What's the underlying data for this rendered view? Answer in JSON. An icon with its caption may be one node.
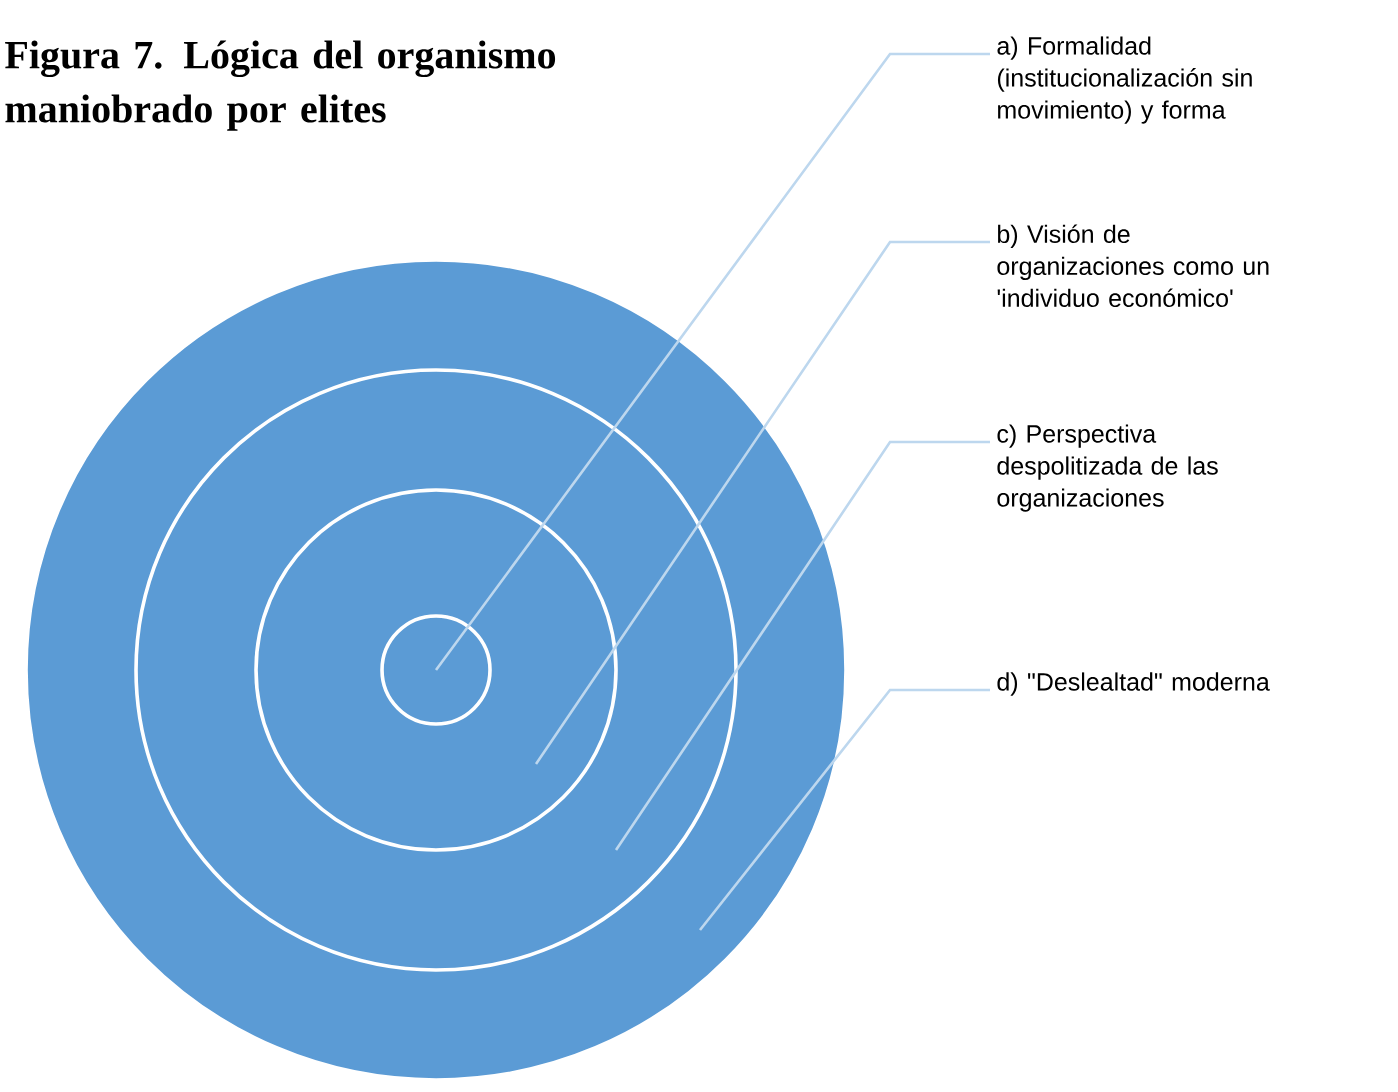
{
  "diagram": {
    "title": "Figura 7. Lógica del organismo maniobrado por elites",
    "nodes": [
      {
        "text": [],
        "shape": "circle"
      },
      {
        "text": [],
        "shape": "circle",
        "in": 0
      },
      {
        "text": [],
        "shape": "circle",
        "in": 1
      },
      {
        "text": [],
        "shape": "circle",
        "in": 2
      },
      {
        "text": [
          "a) Formalidad (institucionalización sin movimiento) y forma"
        ]
      },
      {
        "text": [
          "b)  Visión de organizaciones como un 'individuo económico'"
        ]
      },
      {
        "text": [
          "c) Perspectiva despolitizada de las organizaciones"
        ]
      },
      {
        "text": [
          "d) \"Deslealtad\" moderna"
        ]
      }
    ],
    "edges": [
      {
        "from": 4,
        "to": 3,
        "arrow": "none"
      },
      {
        "from": 5,
        "to": 2,
        "arrow": "none"
      },
      {
        "from": 6,
        "to": 1,
        "arrow": "none"
      },
      {
        "from": 7,
        "to": 0,
        "arrow": "none"
      }
    ]
  }
}
